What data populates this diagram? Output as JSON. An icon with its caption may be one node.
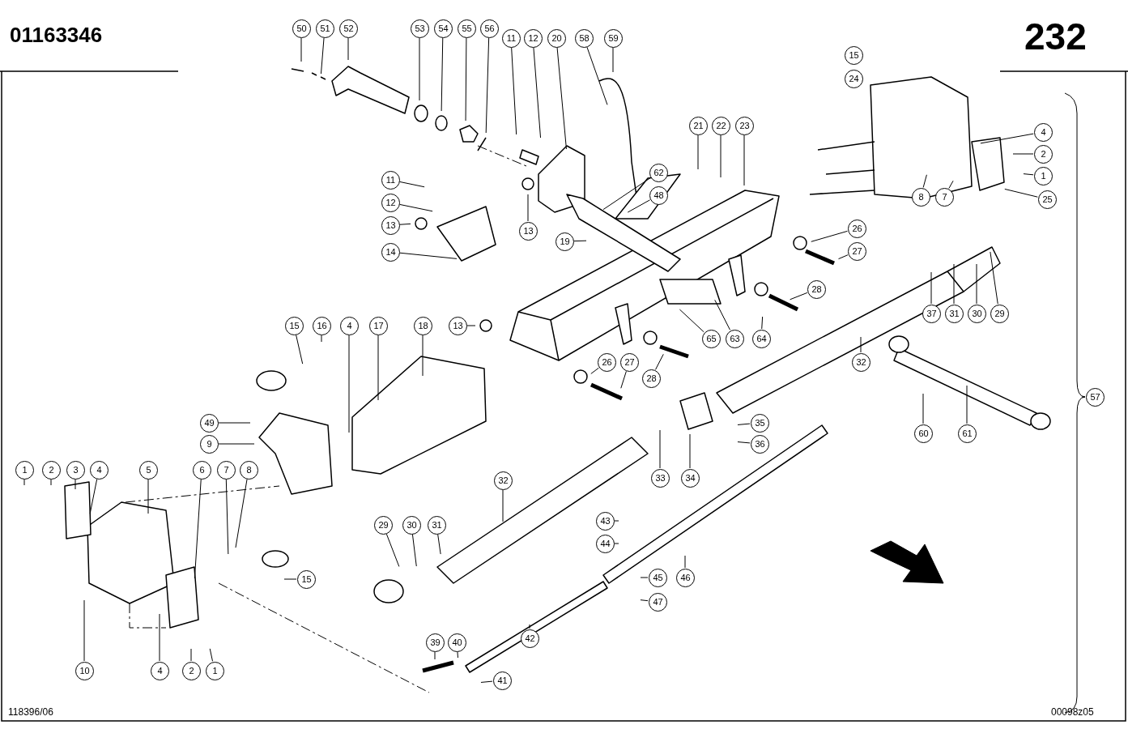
{
  "diagram": {
    "nodes": [
      {
        "text": [
          "50"
        ]
      },
      {
        "text": [
          "51"
        ]
      },
      {
        "text": [
          "52"
        ]
      },
      {
        "text": [
          "53"
        ]
      },
      {
        "text": [
          "54"
        ]
      },
      {
        "text": [
          "55"
        ]
      },
      {
        "text": [
          "56"
        ]
      },
      {
        "text": [
          "11"
        ]
      },
      {
        "text": [
          "12"
        ]
      },
      {
        "text": [
          "20"
        ]
      },
      {
        "text": [
          "58"
        ]
      },
      {
        "text": [
          "59"
        ]
      },
      {
        "text": [
          "15"
        ]
      },
      {
        "text": [
          "24"
        ]
      },
      {
        "text": [
          "21"
        ]
      },
      {
        "text": [
          "22"
        ]
      },
      {
        "text": [
          "23"
        ]
      },
      {
        "text": [
          "4"
        ]
      },
      {
        "text": [
          "2"
        ]
      },
      {
        "text": [
          "1"
        ]
      },
      {
        "text": [
          "25"
        ]
      },
      {
        "text": [
          "8"
        ]
      },
      {
        "text": [
          "7"
        ]
      },
      {
        "text": [
          "11"
        ]
      },
      {
        "text": [
          "12"
        ]
      },
      {
        "text": [
          "13"
        ]
      },
      {
        "text": [
          "14"
        ]
      },
      {
        "text": [
          "13"
        ]
      },
      {
        "text": [
          "19"
        ]
      },
      {
        "text": [
          "62"
        ]
      },
      {
        "text": [
          "48"
        ]
      },
      {
        "text": [
          "26"
        ]
      },
      {
        "text": [
          "27"
        ]
      },
      {
        "text": [
          "28"
        ]
      },
      {
        "text": [
          "37"
        ]
      },
      {
        "text": [
          "31"
        ]
      },
      {
        "text": [
          "30"
        ]
      },
      {
        "text": [
          "29"
        ]
      },
      {
        "text": [
          "65"
        ]
      },
      {
        "text": [
          "63"
        ]
      },
      {
        "text": [
          "64"
        ]
      },
      {
        "text": [
          "13"
        ]
      },
      {
        "text": [
          "15"
        ]
      },
      {
        "text": [
          "16"
        ]
      },
      {
        "text": [
          "4"
        ]
      },
      {
        "text": [
          "17"
        ]
      },
      {
        "text": [
          "18"
        ]
      },
      {
        "text": [
          "26"
        ]
      },
      {
        "text": [
          "27"
        ]
      },
      {
        "text": [
          "28"
        ]
      },
      {
        "text": [
          "32"
        ]
      },
      {
        "text": [
          "49"
        ]
      },
      {
        "text": [
          "9"
        ]
      },
      {
        "text": [
          "35"
        ]
      },
      {
        "text": [
          "36"
        ]
      },
      {
        "text": [
          "60"
        ]
      },
      {
        "text": [
          "61"
        ]
      },
      {
        "text": [
          "57"
        ]
      },
      {
        "text": [
          "1"
        ]
      },
      {
        "text": [
          "2"
        ]
      },
      {
        "text": [
          "3"
        ]
      },
      {
        "text": [
          "4"
        ]
      },
      {
        "text": [
          "5"
        ]
      },
      {
        "text": [
          "6"
        ]
      },
      {
        "text": [
          "7"
        ]
      },
      {
        "text": [
          "8"
        ]
      },
      {
        "text": [
          "33"
        ]
      },
      {
        "text": [
          "34"
        ]
      },
      {
        "text": [
          "32"
        ]
      },
      {
        "text": [
          "29"
        ]
      },
      {
        "text": [
          "30"
        ]
      },
      {
        "text": [
          "31"
        ]
      },
      {
        "text": [
          "43"
        ]
      },
      {
        "text": [
          "44"
        ]
      },
      {
        "text": [
          "45"
        ]
      },
      {
        "text": [
          "46"
        ]
      },
      {
        "text": [
          "47"
        ]
      },
      {
        "text": [
          "15"
        ]
      },
      {
        "text": [
          "10"
        ]
      },
      {
        "text": [
          "4"
        ]
      },
      {
        "text": [
          "2"
        ]
      },
      {
        "text": [
          "1"
        ]
      },
      {
        "text": [
          "39"
        ]
      },
      {
        "text": [
          "40"
        ]
      },
      {
        "text": [
          "41"
        ]
      },
      {
        "text": [
          "42"
        ]
      }
    ],
    "edges": [
      {
        "from": 0,
        "to": null,
        "arrow": "none"
      },
      {
        "from": 1,
        "to": null,
        "arrow": "none"
      },
      {
        "from": 2,
        "to": null,
        "arrow": "none"
      },
      {
        "from": 3,
        "to": null,
        "arrow": "none"
      },
      {
        "from": 4,
        "to": null,
        "arrow": "none"
      },
      {
        "from": 5,
        "to": null,
        "arrow": "none"
      },
      {
        "from": 6,
        "to": null,
        "arrow": "none"
      },
      {
        "from": 7,
        "to": null,
        "arrow": "none"
      },
      {
        "from": 8,
        "to": null,
        "arrow": "none"
      },
      {
        "from": 9,
        "to": null,
        "arrow": "none"
      },
      {
        "from": 10,
        "to": null,
        "arrow": "none"
      },
      {
        "from": 11,
        "to": null,
        "arrow": "none"
      },
      {
        "from": 12,
        "to": null,
        "arrow": "none"
      },
      {
        "from": 13,
        "to": null,
        "arrow": "none"
      },
      {
        "from": 14,
        "to": null,
        "arrow": "none"
      },
      {
        "from": 15,
        "to": null,
        "arrow": "none"
      },
      {
        "from": 16,
        "to": null,
        "arrow": "none"
      },
      {
        "from": 17,
        "to": null,
        "arrow": "none"
      },
      {
        "from": 18,
        "to": null,
        "arrow": "none"
      },
      {
        "from": 19,
        "to": null,
        "arrow": "none"
      },
      {
        "from": 20,
        "to": null,
        "arrow": "none"
      },
      {
        "from": 21,
        "to": null,
        "arrow": "none"
      },
      {
        "from": 22,
        "to": null,
        "arrow": "none"
      },
      {
        "from": 23,
        "to": null,
        "arrow": "none"
      },
      {
        "from": 24,
        "to": null,
        "arrow": "none"
      },
      {
        "from": 25,
        "to": null,
        "arrow": "none"
      },
      {
        "from": 26,
        "to": null,
        "arrow": "none"
      },
      {
        "from": 27,
        "to": null,
        "arrow": "none"
      },
      {
        "from": 28,
        "to": null,
        "arrow": "none"
      },
      {
        "from": 29,
        "to": null,
        "arrow": "none"
      },
      {
        "from": 30,
        "to": null,
        "arrow": "none"
      },
      {
        "from": 31,
        "to": null,
        "arrow": "none"
      },
      {
        "from": 32,
        "to": null,
        "arrow": "none"
      },
      {
        "from": 33,
        "to": null,
        "arrow": "none"
      },
      {
        "from": 34,
        "to": null,
        "arrow": "none"
      },
      {
        "from": 35,
        "to": null,
        "arrow": "none"
      },
      {
        "from": 36,
        "to": null,
        "arrow": "none"
      },
      {
        "from": 37,
        "to": null,
        "arrow": "none"
      },
      {
        "from": 38,
        "to": null,
        "arrow": "none"
      },
      {
        "from": 39,
        "to": null,
        "arrow": "none"
      },
      {
        "from": 40,
        "to": null,
        "arrow": "none"
      },
      {
        "from": 41,
        "to": null,
        "arrow": "none"
      },
      {
        "from": 42,
        "to": null,
        "arrow": "none"
      },
      {
        "from": 43,
        "to": null,
        "arrow": "none"
      },
      {
        "from": 44,
        "to": null,
        "arrow": "none"
      },
      {
        "from": 45,
        "to": null,
        "arrow": "none"
      },
      {
        "from": 46,
        "to": null,
        "arrow": "none"
      },
      {
        "from": 47,
        "to": null,
        "arrow": "none"
      },
      {
        "from": 48,
        "to": null,
        "arrow": "none"
      },
      {
        "from": 49,
        "to": null,
        "arrow": "none"
      },
      {
        "from": 50,
        "to": null,
        "arrow": "none"
      },
      {
        "from": 51,
        "to": null,
        "arrow": "none"
      },
      {
        "from": 52,
        "to": null,
        "arrow": "none"
      },
      {
        "from": 53,
        "to": null,
        "arrow": "none"
      },
      {
        "from": 54,
        "to": null,
        "arrow": "none"
      },
      {
        "from": 55,
        "to": null,
        "arrow": "none"
      },
      {
        "from": 56,
        "to": null,
        "arrow": "none"
      },
      {
        "from": 57,
        "to": null,
        "arrow": "none"
      },
      {
        "from": 58,
        "to": null,
        "arrow": "none"
      },
      {
        "from": 59,
        "to": null,
        "arrow": "none"
      },
      {
        "from": 60,
        "to": null,
        "arrow": "none"
      },
      {
        "from": 61,
        "to": null,
        "arrow": "none"
      },
      {
        "from": 62,
        "to": null,
        "arrow": "none"
      },
      {
        "from": 63,
        "to": null,
        "arrow": "none"
      },
      {
        "from": 64,
        "to": null,
        "arrow": "none"
      },
      {
        "from": 65,
        "to": null,
        "arrow": "none"
      },
      {
        "from": 66,
        "to": null,
        "arrow": "none"
      },
      {
        "from": 67,
        "to": null,
        "arrow": "none"
      },
      {
        "from": 68,
        "to": null,
        "arrow": "none"
      },
      {
        "from": 69,
        "to": null,
        "arrow": "none"
      },
      {
        "from": 70,
        "to": null,
        "arrow": "none"
      },
      {
        "from": 71,
        "to": null,
        "arrow": "none"
      },
      {
        "from": 72,
        "to": null,
        "arrow": "none"
      },
      {
        "from": 73,
        "to": null,
        "arrow": "none"
      },
      {
        "from": 74,
        "to": null,
        "arrow": "none"
      },
      {
        "from": 75,
        "to": null,
        "arrow": "none"
      },
      {
        "from": 76,
        "to": null,
        "arrow": "none"
      },
      {
        "from": 77,
        "to": null,
        "arrow": "none"
      },
      {
        "from": 78,
        "to": null,
        "arrow": "none"
      },
      {
        "from": 79,
        "to": null,
        "arrow": "none"
      },
      {
        "from": 80,
        "to": null,
        "arrow": "none"
      },
      {
        "from": 81,
        "to": null,
        "arrow": "none"
      },
      {
        "from": 82,
        "to": null,
        "arrow": "none"
      },
      {
        "from": 83,
        "to": null,
        "arrow": "none"
      },
      {
        "from": 84,
        "to": null,
        "arrow": "none"
      },
      {
        "from": 85,
        "to": null,
        "arrow": "none"
      }
    ],
    "labels": [
      "01163346",
      "232",
      "118396/06",
      "00098z05"
    ]
  }
}
